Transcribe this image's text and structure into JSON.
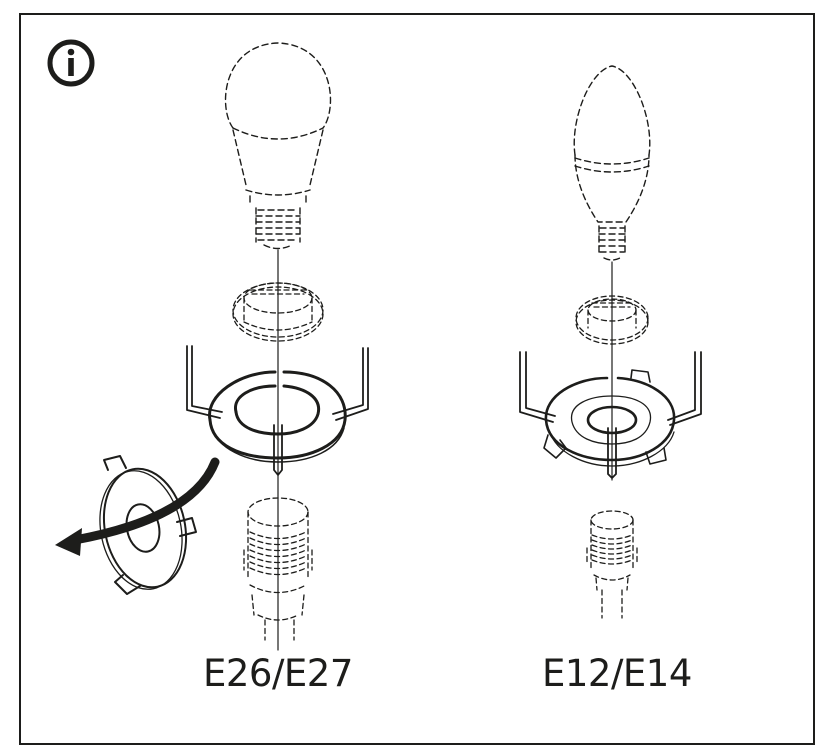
{
  "diagram": {
    "title_icon": "info-icon",
    "colors": {
      "line": "#1d1d1b",
      "background": "#ffffff"
    },
    "panels": [
      {
        "id": "large-socket",
        "label": "E26/E27",
        "parts": [
          "a19-bulb-dashed",
          "shade-ring-dashed",
          "lamp-harp-with-reducer-ring",
          "socket-dashed"
        ],
        "action": "remove-reducer-ring",
        "action_icon": "curved-arrow-left-icon"
      },
      {
        "id": "small-socket",
        "label": "E12/E14",
        "parts": [
          "candle-bulb-dashed",
          "shade-ring-dashed",
          "lamp-harp-with-reducer-ring",
          "socket-dashed"
        ]
      }
    ]
  }
}
